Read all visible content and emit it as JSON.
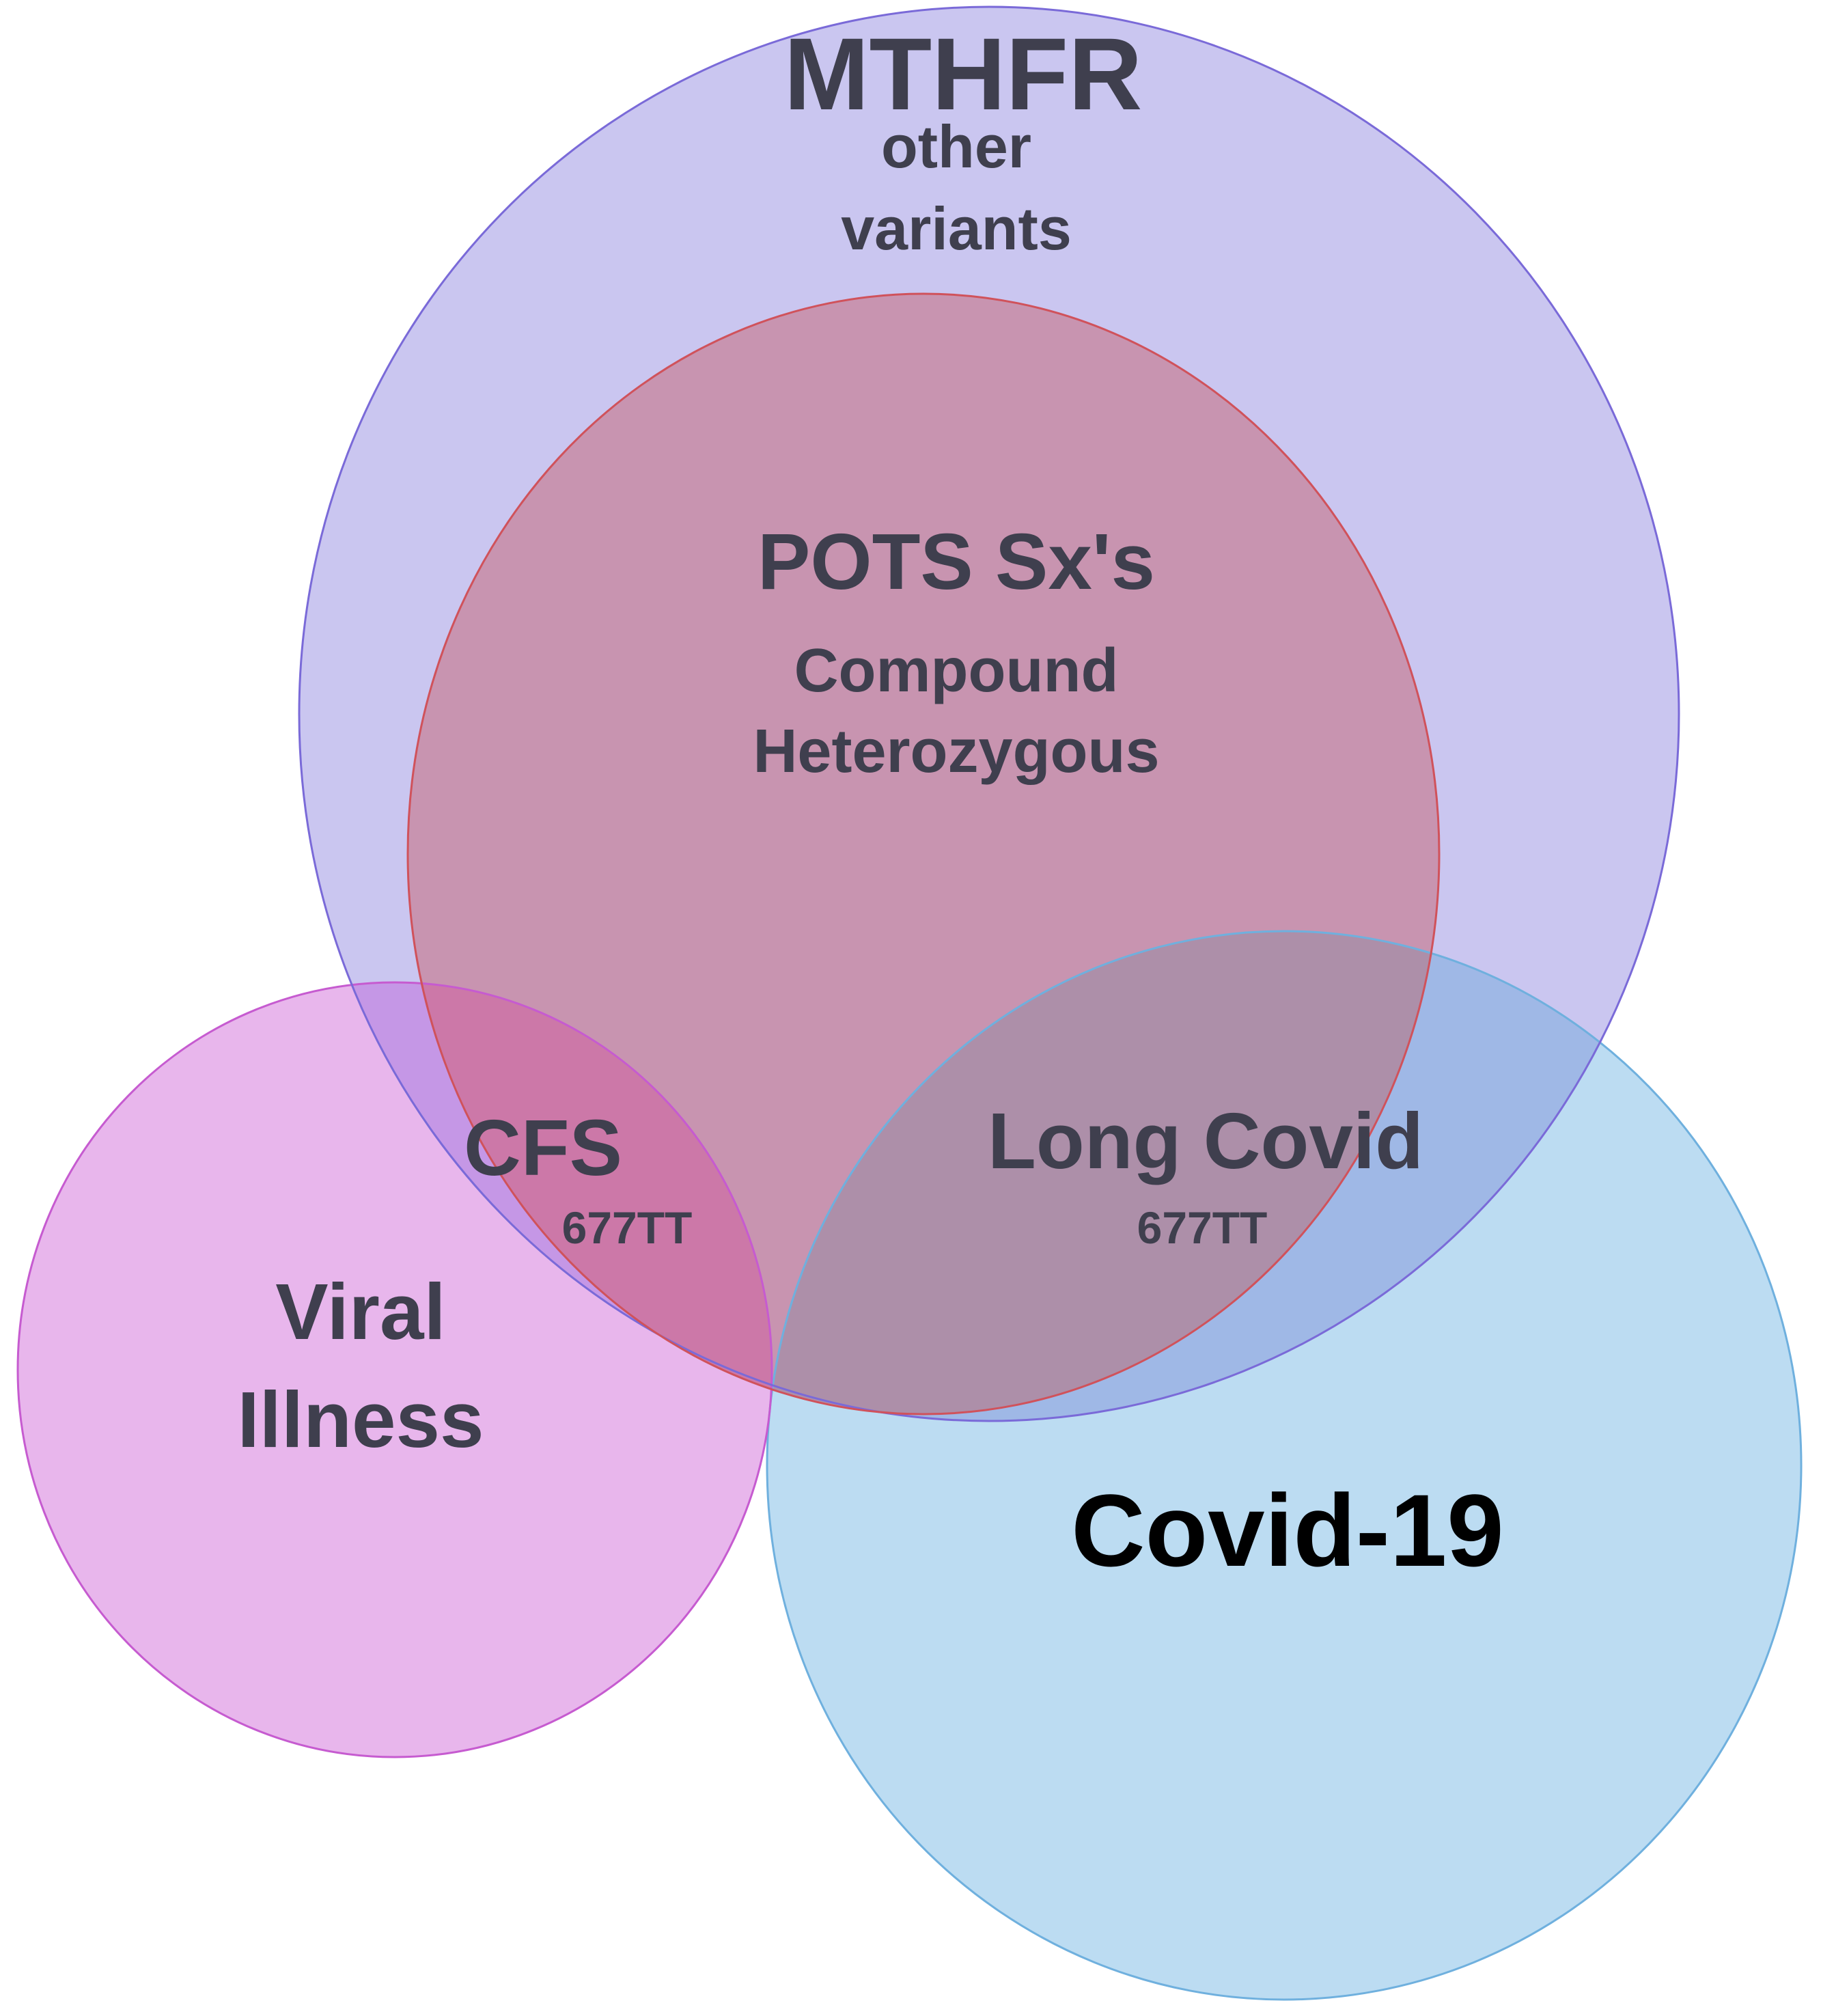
{
  "diagram": {
    "type": "venn",
    "circles": [
      {
        "id": "mthfr",
        "title": "MTHFR",
        "subtitle": [
          "other",
          "variants"
        ],
        "fill": "#c6c2ef",
        "stroke": "#7a6ad8"
      },
      {
        "id": "pots",
        "title": "POTS Sx's",
        "subtitle": [
          "Compound",
          "Heterozygous"
        ],
        "fill": "#c894b0",
        "stroke": "#d0525b"
      },
      {
        "id": "viral",
        "title": [
          "Viral",
          "Illness"
        ],
        "fill": "#e8b6ec",
        "stroke": "#c65bd0"
      },
      {
        "id": "covid",
        "title": "Covid-19",
        "fill": "#bcdcf2",
        "stroke": "#6fb0de"
      }
    ],
    "overlaps": [
      {
        "id": "cfs",
        "title": "CFS",
        "subtitle": "677TT",
        "fill": "#cc78a8"
      },
      {
        "id": "long-covid",
        "title": "Long Covid",
        "subtitle": "677TT",
        "fill": "#ad8fa9"
      }
    ],
    "text_color": "#3f3f4e",
    "emphasis_text_color": "#000000"
  }
}
